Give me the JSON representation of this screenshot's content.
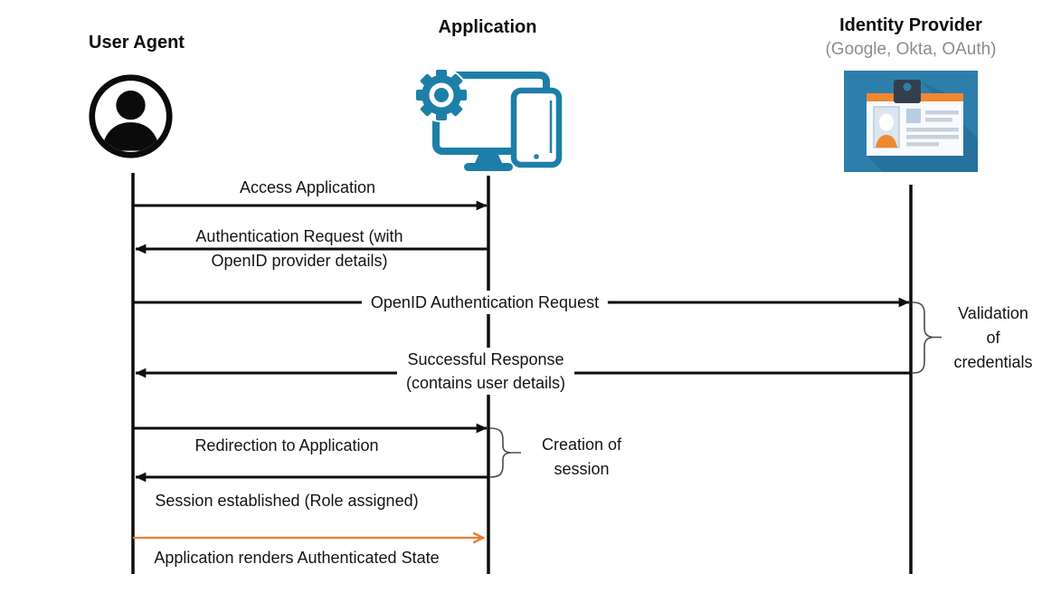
{
  "actors": [
    {
      "name": "User Agent",
      "subtitle": "",
      "icon": "user-avatar-icon"
    },
    {
      "name": "Application",
      "subtitle": "",
      "icon": "application-devices-icon"
    },
    {
      "name": "Identity Provider",
      "subtitle": "(Google, Okta, OAuth)",
      "icon": "id-card-icon"
    }
  ],
  "messages": [
    {
      "text": "Access Application",
      "from": "User Agent",
      "to": "Application",
      "direction": "right",
      "color": "black",
      "lines": [
        "Access Application"
      ]
    },
    {
      "text": "Authentication Request (with OpenID provider details)",
      "from": "Application",
      "to": "User Agent",
      "direction": "left",
      "color": "black",
      "lines": [
        "Authentication Request (with",
        "OpenID provider details)"
      ]
    },
    {
      "text": "OpenID Authentication Request",
      "from": "User Agent",
      "to": "Identity Provider",
      "direction": "right",
      "color": "black",
      "lines": [
        "OpenID Authentication Request"
      ]
    },
    {
      "text": "Successful Response (contains user details)",
      "from": "Identity Provider",
      "to": "User Agent",
      "direction": "left",
      "color": "black",
      "lines": [
        "Successful Response",
        "(contains user details)"
      ]
    },
    {
      "text": "Redirection to Application",
      "from": "User Agent",
      "to": "Application",
      "direction": "right",
      "color": "black",
      "lines": [
        "Redirection to Application"
      ]
    },
    {
      "text": "Session established (Role assigned)",
      "from": "Application",
      "to": "User Agent",
      "direction": "left",
      "color": "black",
      "lines": [
        "Session established (Role assigned)"
      ]
    },
    {
      "text": "Application renders Authenticated State",
      "from": "User Agent",
      "to": "Application",
      "direction": "right",
      "color": "orange",
      "lines": [
        "Application renders Authenticated State"
      ]
    }
  ],
  "annotations": [
    {
      "text": "Validation of credentials",
      "attached_to": "Identity Provider",
      "lines": [
        "Validation",
        "of",
        "credentials"
      ]
    },
    {
      "text": "Creation of session",
      "attached_to": "Application",
      "lines": [
        "Creation of",
        "session"
      ]
    }
  ],
  "colors": {
    "line_black": "#0d0d0d",
    "arrow_orange": "#ED7D31",
    "app_icon_teal": "#1D7FA8",
    "idp_bg_blue": "#2E7EAC",
    "idp_shadow_blue": "#27719E",
    "idp_orange": "#F0882F",
    "idp_clip_dark": "#333F4D",
    "subtitle_gray": "#8C8C8C",
    "brace_gray": "#4A4A4A"
  }
}
